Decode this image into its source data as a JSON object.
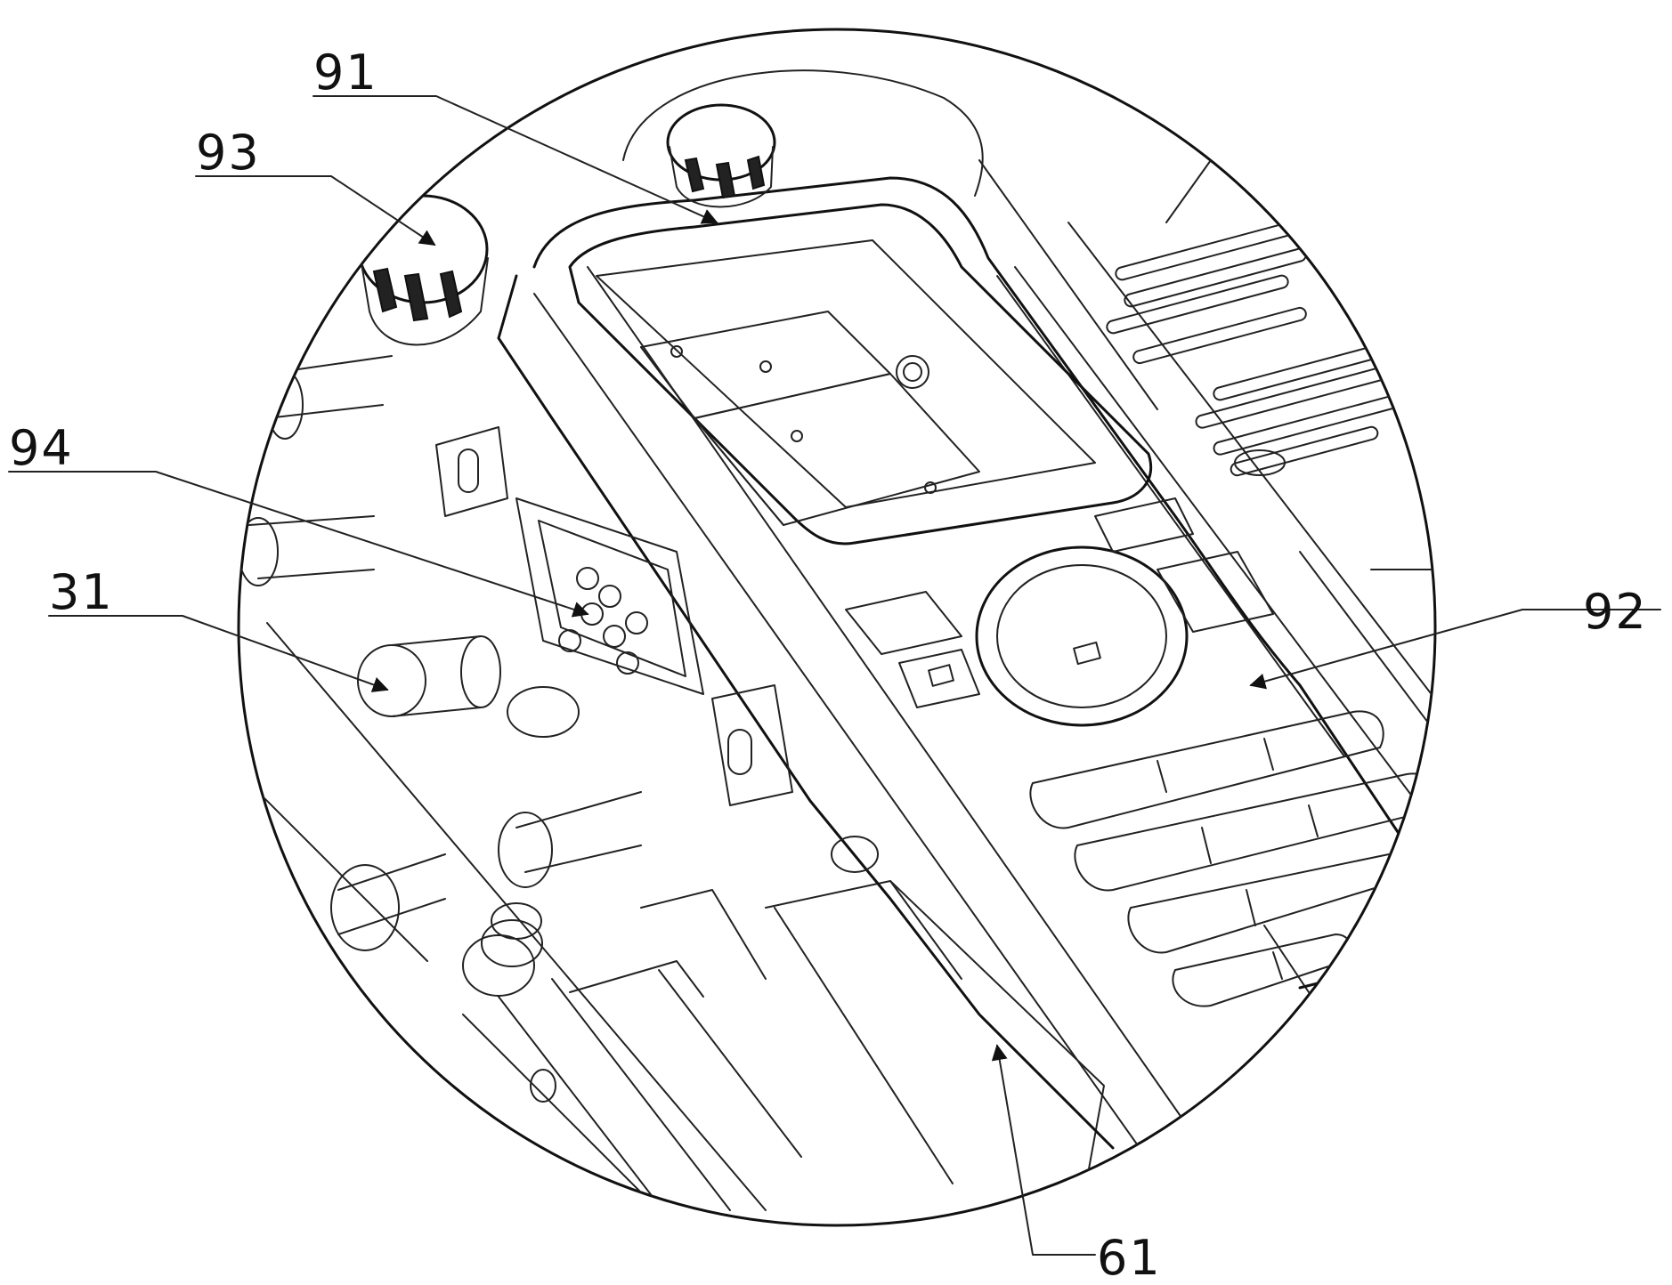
{
  "labels": {
    "l91": "91",
    "l93": "93",
    "l94": "94",
    "l31": "31",
    "l92": "92",
    "l61": "61"
  },
  "colors": {
    "line": "#111111",
    "background": "#ffffff"
  }
}
